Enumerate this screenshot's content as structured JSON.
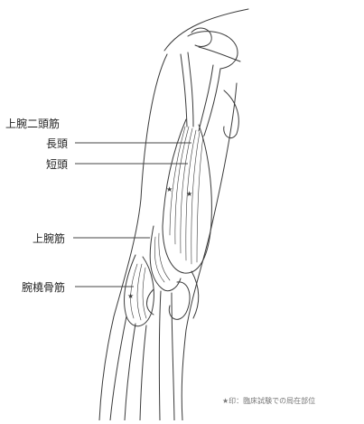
{
  "labels": {
    "biceps": "上腕二頭筋",
    "long_head": "長頭",
    "short_head": "短頭",
    "brachialis": "上腕筋",
    "brachioradialis": "腕橈骨筋"
  },
  "note": "★印：臨床試験での局在部位",
  "colors": {
    "ink": "#3a3a3a",
    "label_line": "#444444",
    "note": "#777777"
  }
}
